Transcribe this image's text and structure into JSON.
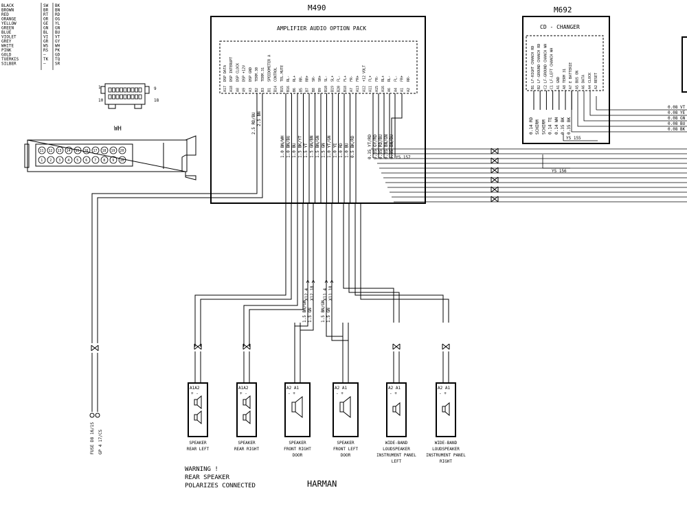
{
  "colors": {
    "ink": "#000000",
    "paper": "#ffffff"
  },
  "color_legend": [
    {
      "name": "BLACK",
      "de": "SW",
      "en": "BK"
    },
    {
      "name": "BROWN",
      "de": "BR",
      "en": "BN"
    },
    {
      "name": "RED",
      "de": "RT",
      "en": "RD"
    },
    {
      "name": "ORANGE",
      "de": "OR",
      "en": "OG"
    },
    {
      "name": "YELLOW",
      "de": "GE",
      "en": "YL"
    },
    {
      "name": "GREEN",
      "de": "GN",
      "en": "GN"
    },
    {
      "name": "BLUE",
      "de": "BL",
      "en": "BU"
    },
    {
      "name": "VIOLET",
      "de": "VI",
      "en": "VT"
    },
    {
      "name": "GREY",
      "de": "GR",
      "en": "GY"
    },
    {
      "name": "WHITE",
      "de": "WS",
      "en": "WH"
    },
    {
      "name": "PINK",
      "de": "RS",
      "en": "PK"
    },
    {
      "name": "GOLD",
      "de": "",
      "en": "GD"
    },
    {
      "name": "TUERKIS",
      "de": "TK",
      "en": "TQ"
    },
    {
      "name": "SILBER",
      "de": "",
      "en": "SR"
    }
  ],
  "small_connector": {
    "pin_first": "1",
    "pin_last": "18",
    "pin_top_right": "9",
    "pin_bottom_left": "10"
  },
  "wh_connector": {
    "label": "WH",
    "top_pins": [
      "11",
      "12",
      "13",
      "14",
      "15",
      "16",
      "17",
      "18",
      "19",
      "20"
    ],
    "bottom_pins": [
      "1",
      "2",
      "3",
      "4",
      "5",
      "6",
      "7",
      "8",
      "9",
      "10"
    ]
  },
  "m490": {
    "code": "M490",
    "title": "AMPLIFIER AUDIO OPTION PACK",
    "pins": [
      {
        "pin": "A17",
        "name": "DSP DATA"
      },
      {
        "pin": "A18",
        "name": "DSP INTERUPT"
      },
      {
        "pin": "A8",
        "name": "DSP CLOCK"
      },
      {
        "pin": "A9",
        "name": "DSP +12V"
      },
      {
        "pin": "A3",
        "name": "DSP GND"
      },
      {
        "pin": "B2",
        "name": "TERM.30"
      },
      {
        "pin": "B3",
        "name": "TERM.31"
      },
      {
        "pin": "B1",
        "name": "SPEEDOMETER A"
      },
      {
        "pin": "B14",
        "name": "CONTROL"
      },
      {
        "pin": "B15",
        "name": "TEL.MUTE"
      },
      {
        "pin": "B16",
        "name": "RL-"
      },
      {
        "pin": "B6",
        "name": "RL+"
      },
      {
        "pin": "B5",
        "name": "RR-"
      },
      {
        "pin": "B7",
        "name": "RR+"
      },
      {
        "pin": "B8",
        "name": "SR-"
      },
      {
        "pin": "B9",
        "name": "SR+"
      },
      {
        "pin": "B10",
        "name": "SL-"
      },
      {
        "pin": "B19",
        "name": "SL+"
      },
      {
        "pin": "B20",
        "name": "FL-"
      },
      {
        "pin": "B18",
        "name": "FL+"
      },
      {
        "pin": "A7",
        "name": "FR-"
      },
      {
        "pin": "A13",
        "name": "FR+"
      },
      {
        "pin": "A12",
        "name": "+12 VOLT"
      },
      {
        "pin": "A11",
        "name": "FL+"
      },
      {
        "pin": "A15",
        "name": "FR-"
      },
      {
        "pin": "A16",
        "name": "RL+"
      },
      {
        "pin": "A6",
        "name": "RL-"
      },
      {
        "pin": "A4",
        "name": "FL-"
      },
      {
        "pin": "A1",
        "name": "FR+"
      },
      {
        "pin": "A2",
        "name": "RR-"
      }
    ],
    "left_wires": [
      "2.5 RD/BU",
      "2.5 BN"
    ],
    "mid_wires": [
      "1.0 BN/WH",
      "1.0 BN/BU",
      "1.0 BU",
      "1.5 BK/YT",
      "1.5 YT",
      "1.5 GN/BN",
      "1.5 BN/GN",
      "1.5 GN",
      "1.0 YT/GN",
      "1.0 YE",
      "1.0 RD",
      "1.0 BU",
      "0.5 BK/RD"
    ],
    "right_wires": [
      "0.35 YT/RD",
      "0.35 GY/RD",
      "0.35 RD/BU",
      "0.35 BN/GN",
      "0.35 BN/BU"
    ],
    "splice_ys157": "YS 157"
  },
  "m692": {
    "code": "M692",
    "title": "CD - CHANGER",
    "pins": [
      {
        "pin": "B1",
        "name": "LF-RIGHT CHANCH RD"
      },
      {
        "pin": "B2",
        "name": "LF-GROUND CHANCH RD"
      },
      {
        "pin": "C2",
        "name": "LF-GROUND CHANCH WH"
      },
      {
        "pin": "C1",
        "name": "LF-LEFT CHANCH WH"
      },
      {
        "pin": "A1",
        "name": "GND"
      },
      {
        "pin": "A8",
        "name": "TERM 31"
      },
      {
        "pin": "A7",
        "name": "E BATTERIE"
      },
      {
        "pin": "A5",
        "name": "BUS ON"
      },
      {
        "pin": "A6",
        "name": "DATA"
      },
      {
        "pin": "A4",
        "name": "CLOCK"
      },
      {
        "pin": "A2",
        "name": "RESET"
      }
    ],
    "wires": [
      "0.14 RD",
      "SCHIRM",
      "SCHIRM",
      "0.14 TE",
      "0.14 WH",
      "0.35 BK",
      "0.35 BK"
    ],
    "splice_ys155": "YS 155",
    "splice_ys156": "YS 156"
  },
  "right_edge_wires": [
    "0.08 VT",
    "0.08 YE",
    "0.08 GN",
    "0.08 BU",
    "0.08 BK"
  ],
  "x_splices": [
    {
      "code": "X12",
      "val": "4"
    },
    {
      "code": "X12",
      "val": "18"
    },
    {
      "code": "X11",
      "val": "4"
    },
    {
      "code": "X11",
      "val": "18"
    }
  ],
  "speaker_feed_wires": [
    "1.5 BN/GN",
    "1.5 GN",
    "1.5 BN/GN",
    "1.5 GN"
  ],
  "speakers": [
    {
      "pins": "A1A2",
      "polarity": "+ -",
      "label": "SPEAKER\nREAR LEFT",
      "kind": "dual"
    },
    {
      "pins": "A1A2",
      "polarity": "+ -",
      "label": "SPEAKER\nREAR RIGHT",
      "kind": "dual"
    },
    {
      "pins": "A2 A1",
      "polarity": "- +",
      "label": "SPEAKER\nFRONT RIGHT\nDOOR",
      "kind": "big"
    },
    {
      "pins": "A2 A1",
      "polarity": "- +",
      "label": "SPEAKER\nFRONT LEFT\nDOOR",
      "kind": "big"
    },
    {
      "pins": "A2 A1",
      "polarity": "- +",
      "label": "WIDE-BAND\nLOUDSPEAKER\nINSTRUMENT PANEL\nLEFT",
      "kind": "small"
    },
    {
      "pins": "A2 A1",
      "polarity": "- +",
      "label": "WIDE-BAND\nLOUDSPEAKER\nINSTRUMENT PANEL\nRIGHT",
      "kind": "small"
    }
  ],
  "fuse_labels": [
    "FUSE D8 16/1S",
    "GP 4 17/CS"
  ],
  "warning": [
    "WARNING !",
    "REAR SPEAKER",
    "POLARIZES CONNECTED"
  ],
  "brand": "HARMAN"
}
